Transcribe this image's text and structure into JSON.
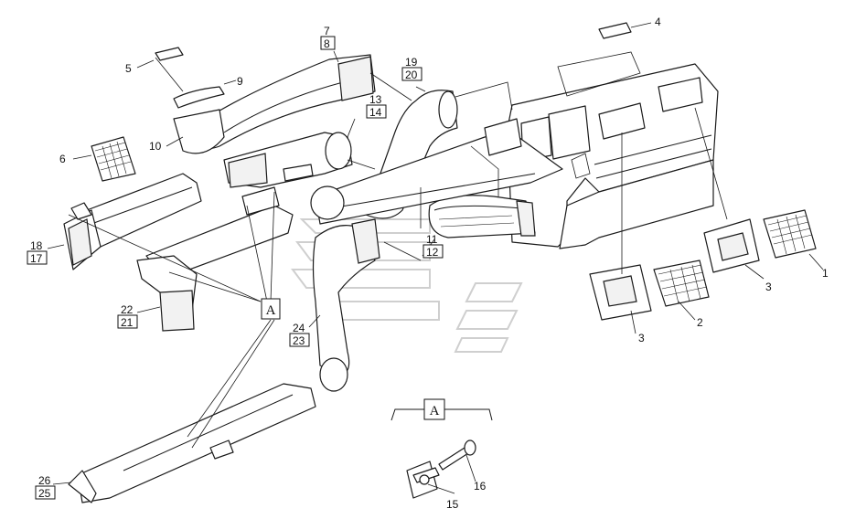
{
  "diagram": {
    "labels": {
      "l1": "1",
      "l2": "2",
      "l3a": "3",
      "l3b": "3",
      "l4": "4",
      "l5": "5",
      "l6": "6",
      "l9": "9",
      "l10": "10",
      "l15": "15",
      "l16": "16",
      "l7": "7",
      "l8": "8",
      "l13": "13",
      "l14": "14",
      "l19": "19",
      "l20": "20",
      "l11": "11",
      "l12": "12",
      "l18": "18",
      "l17": "17",
      "l22": "22",
      "l21": "21",
      "l24": "24",
      "l23": "23",
      "l26": "26",
      "l25": "25"
    },
    "callouts": {
      "a_main": "A",
      "a_detail": "A"
    }
  }
}
